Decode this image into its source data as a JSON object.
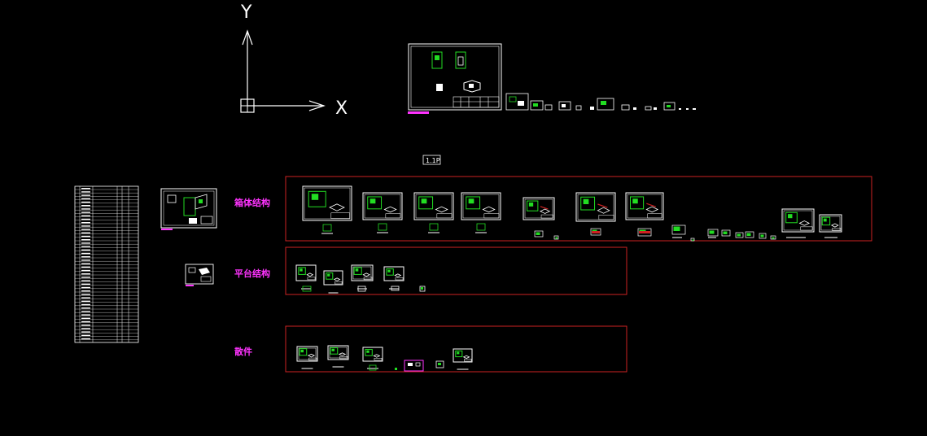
{
  "viewport": {
    "background": "#000000",
    "colors": {
      "line": "#ffffff",
      "detail": "#22dd22",
      "frame": "#cc2222",
      "label": "#ff33ff"
    }
  },
  "ucs_icon": {
    "x_label": "X",
    "y_label": "Y"
  },
  "mini_tag": {
    "text": "1.1P"
  },
  "groups": [
    {
      "label": "箱体结构"
    },
    {
      "label": "平台结构"
    },
    {
      "label": "散件"
    }
  ]
}
